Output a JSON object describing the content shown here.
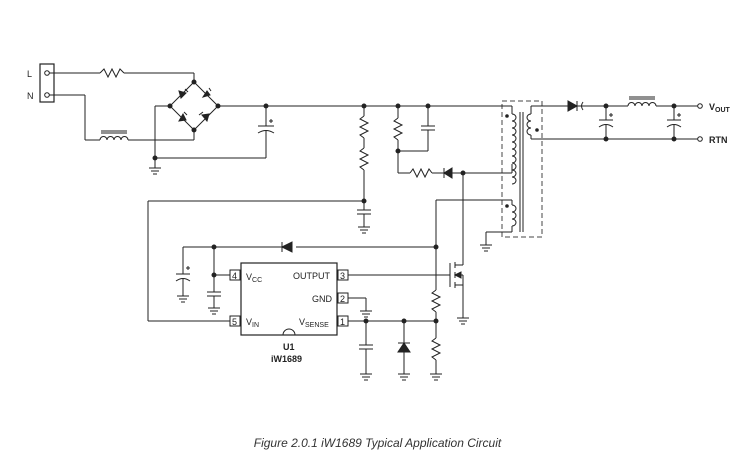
{
  "figure": {
    "caption": "Figure 2.0.1  iW1689 Typical Application Circuit"
  },
  "terminals": {
    "line": "L",
    "neutral": "N",
    "vout_main": "V",
    "vout_sub": "OUT",
    "rtn": "RTN"
  },
  "ic": {
    "ref": "U1",
    "part": "iW1689",
    "pins": [
      {
        "num": "4",
        "name": "V",
        "sub": "CC"
      },
      {
        "num": "5",
        "name": "V",
        "sub": "IN"
      },
      {
        "num": "3",
        "name": "OUTPUT",
        "sub": ""
      },
      {
        "num": "2",
        "name": "GND",
        "sub": ""
      },
      {
        "num": "1",
        "name": "V",
        "sub": "SENSE"
      }
    ]
  },
  "colors": {
    "wire": "#222222",
    "transformer_box": "#444444"
  }
}
